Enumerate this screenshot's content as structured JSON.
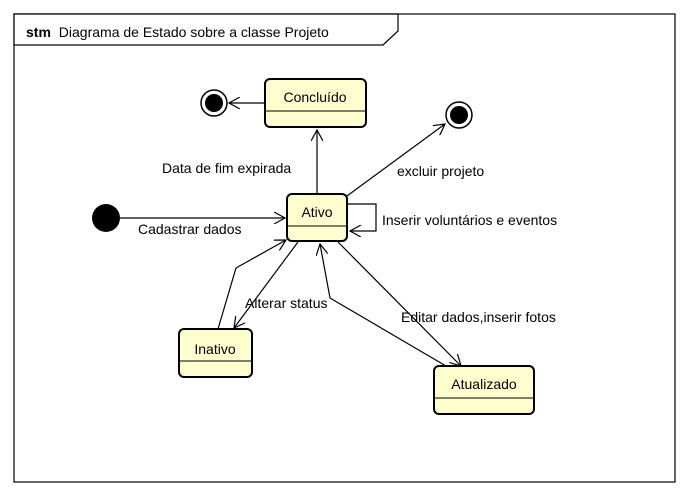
{
  "frame": {
    "keyword": "stm",
    "title": "Diagrama de Estado sobre a classe Projeto"
  },
  "states": {
    "concluido": "Concluído",
    "ativo": "Ativo",
    "inativo": "Inativo",
    "atualizado": "Atualizado"
  },
  "transitions": {
    "cadastrar": "Cadastrar dados",
    "data_fim": "Data de fim expirada",
    "excluir": "excluir projeto",
    "inserir_voluntarios": "Inserir voluntários e eventos",
    "alterar_status": "Alterar status",
    "editar_dados": "Editar dados,inserir fotos"
  },
  "colors": {
    "state_fill": "#fefece",
    "stroke": "#000000",
    "background": "#ffffff"
  }
}
